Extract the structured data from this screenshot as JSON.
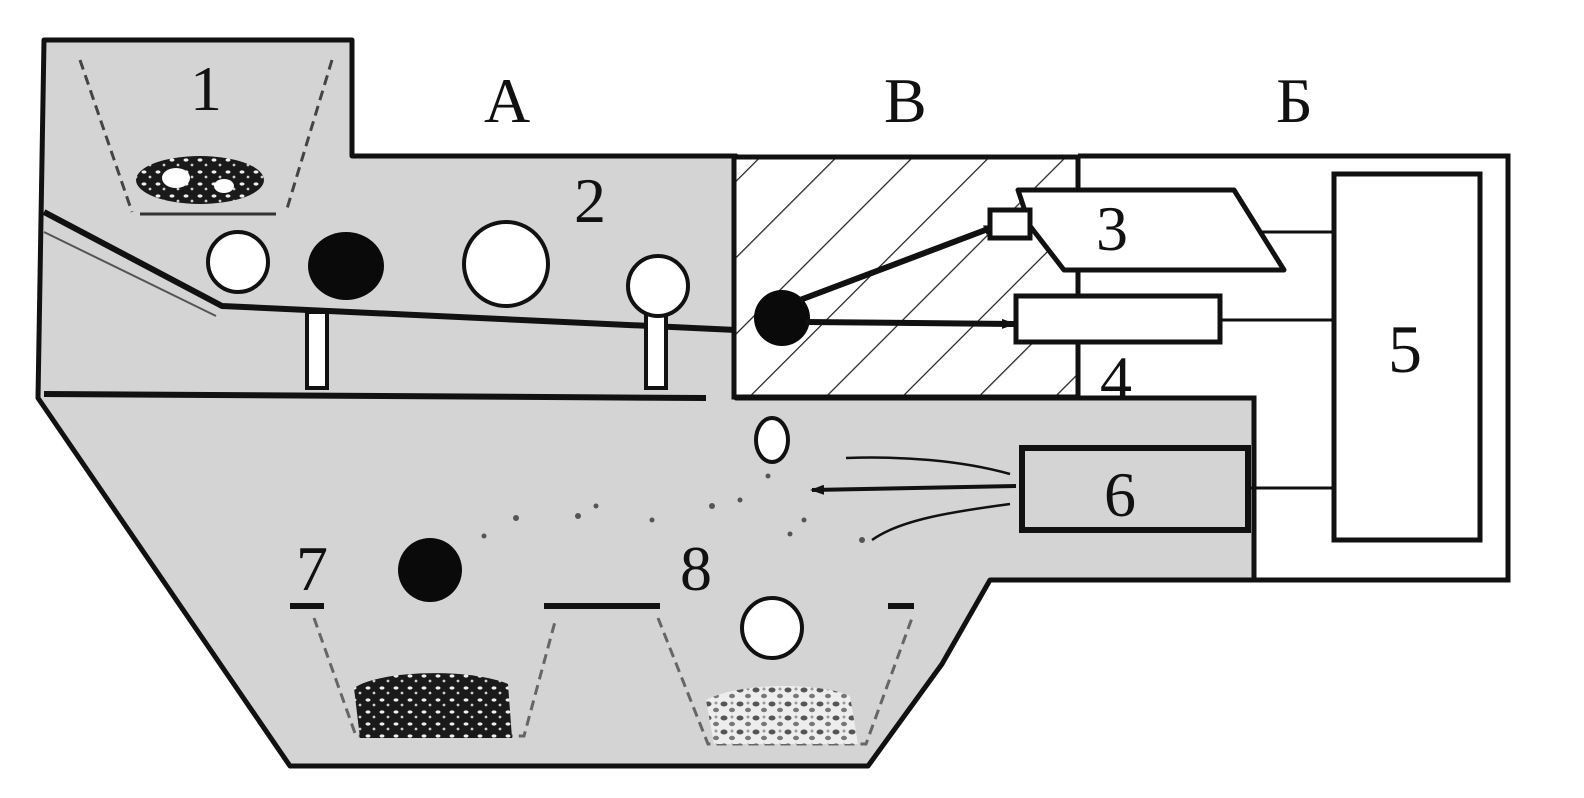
{
  "labels": {
    "zone_a": "А",
    "zone_b": "Б",
    "zone_v": "В",
    "n1": "1",
    "n2": "2",
    "n3": "3",
    "n4": "4",
    "n5": "5",
    "n6": "6",
    "n7": "7",
    "n8": "8"
  },
  "colors": {
    "background": "#ffffff",
    "machine_fill": "#d4d4d4",
    "outline": "#111111",
    "hatch": "#222222",
    "particle_dark": "#0a0a0a",
    "particle_light": "#ffffff"
  },
  "icons": {
    "hopper": "feed-hopper-icon",
    "conveyor": "conveyor-icon",
    "detection_zone": "hatched-detection-zone",
    "ejector": "air-ejector-icon",
    "controller": "controller-box-icon"
  }
}
